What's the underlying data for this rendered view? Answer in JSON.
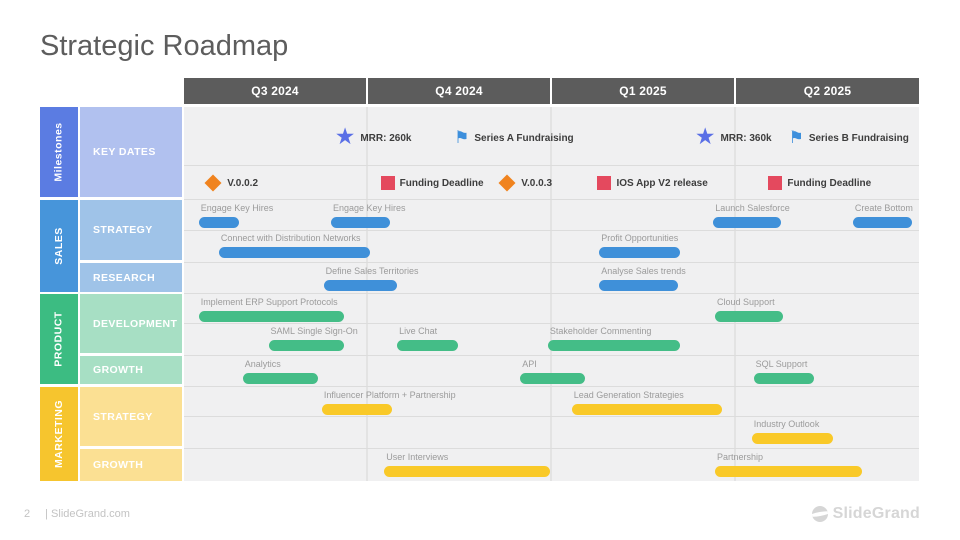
{
  "slide_title": "Strategic Roadmap",
  "footer": {
    "page_number": "2",
    "site": "| SlideGrand.com",
    "brand": "SlideGrand"
  },
  "palette": {
    "header_bg": "#5c5c5c",
    "milestones": {
      "accent": "#5b7ce2",
      "cell": "#b1c1ef",
      "bar": "#5b7ce2"
    },
    "sales": {
      "accent": "#4795da",
      "cell": "#9fc3e8",
      "bar": "#3f90d9"
    },
    "product": {
      "accent": "#3cbc82",
      "cell": "#a7dfc4",
      "bar": "#44bd87"
    },
    "marketing": {
      "accent": "#f6c52e",
      "cell": "#fbe093",
      "bar": "#f9c928"
    },
    "icons": {
      "star": "#5a6fe6",
      "flag": "#3d8fdc",
      "diamond": "#f0831e",
      "square": "#e4495e"
    }
  },
  "chart_data": {
    "type": "bar",
    "subtype": "gantt-roadmap",
    "title": "Strategic Roadmap",
    "columns": [
      "Q3 2024",
      "Q4 2024",
      "Q1 2025",
      "Q2 2025"
    ],
    "x_unit": "quarters from start of Q3 2024",
    "x_range": [
      0,
      4
    ],
    "grid": true,
    "groups": [
      {
        "category": "Milestones",
        "rows": [
          {
            "label": "KEY DATES",
            "lanes": [
              {
                "milestones": [
                  {
                    "icon": "star",
                    "label": "MRR: 260k",
                    "t": 0.88
                  },
                  {
                    "icon": "flag",
                    "label": "Series A Fundraising",
                    "t": 1.53
                  },
                  {
                    "icon": "star",
                    "label": "MRR: 360k",
                    "t": 2.84
                  },
                  {
                    "icon": "flag",
                    "label": "Series B Fundraising",
                    "t": 3.35
                  }
                ]
              },
              {
                "milestones": [
                  {
                    "icon": "diamond",
                    "label": "V.0.0.2",
                    "t": 0.17
                  },
                  {
                    "icon": "square",
                    "label": "Funding Deadline",
                    "t": 1.13
                  },
                  {
                    "icon": "diamond",
                    "label": "V.0.0.3",
                    "t": 1.77
                  },
                  {
                    "icon": "square",
                    "label": "IOS App V2 release",
                    "t": 2.31
                  },
                  {
                    "icon": "square",
                    "label": "Funding Deadline",
                    "t": 3.24
                  }
                ]
              }
            ]
          }
        ]
      },
      {
        "category": "SALES",
        "rows": [
          {
            "label": "STRATEGY",
            "lanes": [
              {
                "bars": [
                  {
                    "label": "Engage Key Hires",
                    "start": 0.08,
                    "end": 0.3
                  },
                  {
                    "label": "Engage Key Hires",
                    "start": 0.8,
                    "end": 1.12
                  },
                  {
                    "label": "Launch Salesforce",
                    "start": 2.88,
                    "end": 3.25
                  },
                  {
                    "label": "Create Bottom",
                    "start": 3.64,
                    "end": 3.96
                  }
                ]
              },
              {
                "bars": [
                  {
                    "label": "Connect with Distribution Networks",
                    "start": 0.19,
                    "end": 1.01
                  },
                  {
                    "label": "Profit Opportunities",
                    "start": 2.26,
                    "end": 2.7
                  }
                ]
              }
            ]
          },
          {
            "label": "RESEARCH",
            "lanes": [
              {
                "bars": [
                  {
                    "label": "Define Sales Territories",
                    "start": 0.76,
                    "end": 1.16
                  },
                  {
                    "label": "Analyse Sales trends",
                    "start": 2.26,
                    "end": 2.69
                  }
                ]
              }
            ]
          }
        ]
      },
      {
        "category": "PRODUCT",
        "rows": [
          {
            "label": "DEVELOPMENT",
            "lanes": [
              {
                "bars": [
                  {
                    "label": "Implement ERP Support Protocols",
                    "start": 0.08,
                    "end": 0.87
                  },
                  {
                    "label": "Cloud Support",
                    "start": 2.89,
                    "end": 3.26
                  }
                ]
              },
              {
                "bars": [
                  {
                    "label": "SAML Single Sign-On",
                    "start": 0.46,
                    "end": 0.87
                  },
                  {
                    "label": "Live Chat",
                    "start": 1.16,
                    "end": 1.49
                  },
                  {
                    "label": "Stakeholder Commenting",
                    "start": 1.98,
                    "end": 2.7
                  }
                ]
              }
            ]
          },
          {
            "label": "GROWTH",
            "lanes": [
              {
                "bars": [
                  {
                    "label": "Analytics",
                    "start": 0.32,
                    "end": 0.73
                  },
                  {
                    "label": "API",
                    "start": 1.83,
                    "end": 2.18
                  },
                  {
                    "label": "SQL Support",
                    "start": 3.1,
                    "end": 3.43
                  }
                ]
              }
            ]
          }
        ]
      },
      {
        "category": "MARKETING",
        "rows": [
          {
            "label": "STRATEGY",
            "lanes": [
              {
                "bars": [
                  {
                    "label": "Influencer Platform + Partnership",
                    "start": 0.75,
                    "end": 1.13
                  },
                  {
                    "label": "Lead Generation Strategies",
                    "start": 2.11,
                    "end": 2.93
                  }
                ]
              },
              {
                "bars": [
                  {
                    "label": "Industry Outlook",
                    "start": 3.09,
                    "end": 3.53
                  }
                ]
              }
            ]
          },
          {
            "label": "GROWTH",
            "lanes": [
              {
                "bars": [
                  {
                    "label": "User Interviews",
                    "start": 1.09,
                    "end": 1.99
                  },
                  {
                    "label": "Partnership",
                    "start": 2.89,
                    "end": 3.69
                  }
                ]
              }
            ]
          }
        ]
      }
    ]
  }
}
